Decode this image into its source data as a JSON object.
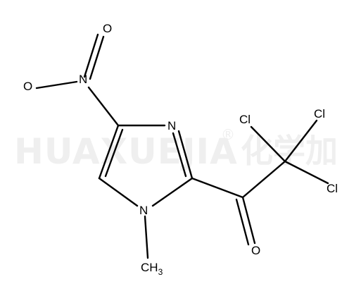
{
  "watermark": {
    "latin": "HUAXUEJIA",
    "registered": "®",
    "cjk": "化学加"
  },
  "atoms": {
    "o_top": "O",
    "n_nitro": "N",
    "o_left": "O",
    "n_ring3": "N",
    "n_ring1": "N",
    "ch3_c": "CH",
    "ch3_sub": "3",
    "o_carbonyl": "O",
    "cl1": "Cl",
    "cl2": "Cl",
    "cl3": "Cl"
  }
}
